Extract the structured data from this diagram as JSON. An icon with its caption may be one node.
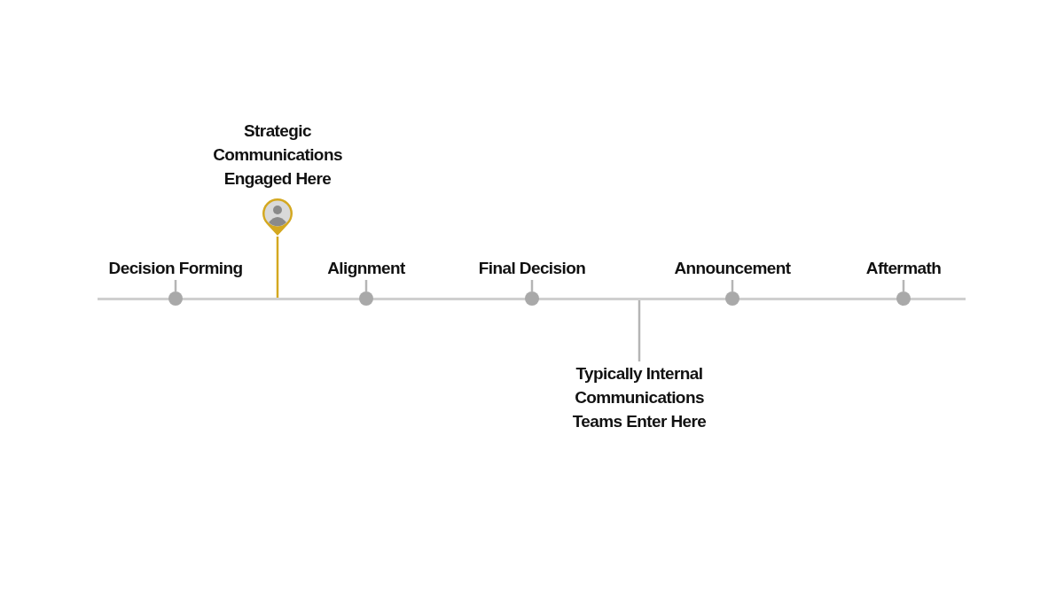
{
  "diagram": {
    "nodes": [
      {
        "text": [
          "Decision Forming"
        ]
      },
      {
        "text": [
          "Strategic Communications Engaged Here"
        ]
      },
      {
        "text": [
          "Alignment"
        ]
      },
      {
        "text": [
          "Final Decision"
        ]
      },
      {
        "text": [
          "Announcement"
        ]
      },
      {
        "text": [
          "Aftermath"
        ]
      },
      {
        "text": [],
        "shape": "person"
      },
      {
        "text": [],
        "shape": "bar"
      },
      {
        "text": [],
        "shape": "circle"
      },
      {
        "text": [],
        "shape": "circle"
      },
      {
        "text": [],
        "shape": "circle"
      },
      {
        "text": [],
        "shape": "circle"
      },
      {
        "text": [],
        "shape": "circle"
      },
      {
        "text": [
          "Typically Internal Communications Teams Enter Here"
        ]
      }
    ],
    "edges": [
      {
        "from": 0,
        "to": 8,
        "arrow": "none"
      },
      {
        "from": 2,
        "to": 9,
        "arrow": "none"
      },
      {
        "from": 3,
        "to": 10,
        "arrow": "none"
      },
      {
        "from": 4,
        "to": 11,
        "arrow": "none"
      },
      {
        "from": 5,
        "to": 12,
        "arrow": "none"
      },
      {
        "from": 6,
        "to": 7,
        "arrow": "none",
        "color": "#d4a820"
      },
      {
        "from": 13,
        "to": 7,
        "arrow": "none"
      }
    ]
  }
}
